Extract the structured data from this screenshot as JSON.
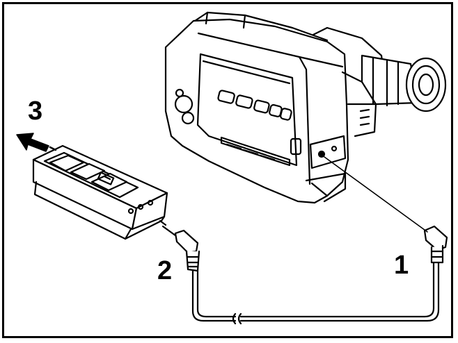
{
  "diagram": {
    "steps": [
      {
        "label": "1"
      },
      {
        "label": "2"
      },
      {
        "label": "3"
      }
    ],
    "colors": {
      "line": "#000000",
      "background": "#ffffff"
    }
  }
}
